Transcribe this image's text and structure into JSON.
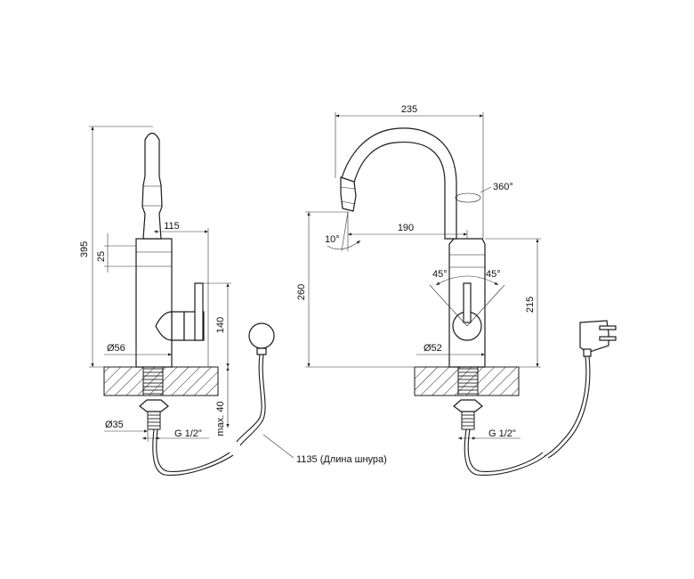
{
  "dimensions": {
    "left_view": {
      "height_total": "395",
      "width_top": "115",
      "band": "25",
      "handle_height": "140",
      "body_diameter": "Ø56",
      "mount_diameter": "Ø35",
      "thread": "G 1/2\"",
      "max_thickness": "max. 40"
    },
    "right_view": {
      "reach_total": "235",
      "rotation": "360°",
      "spout_reach": "190",
      "spout_angle": "10°",
      "spout_height": "260",
      "handle_angle_left": "45°",
      "handle_angle_right": "45°",
      "body_height": "215",
      "body_diameter": "Ø52",
      "thread": "G 1/2\""
    },
    "cord_length": "1135 (Длина шнура)"
  },
  "colors": {
    "line": "#1a1a1a",
    "background": "#ffffff"
  }
}
